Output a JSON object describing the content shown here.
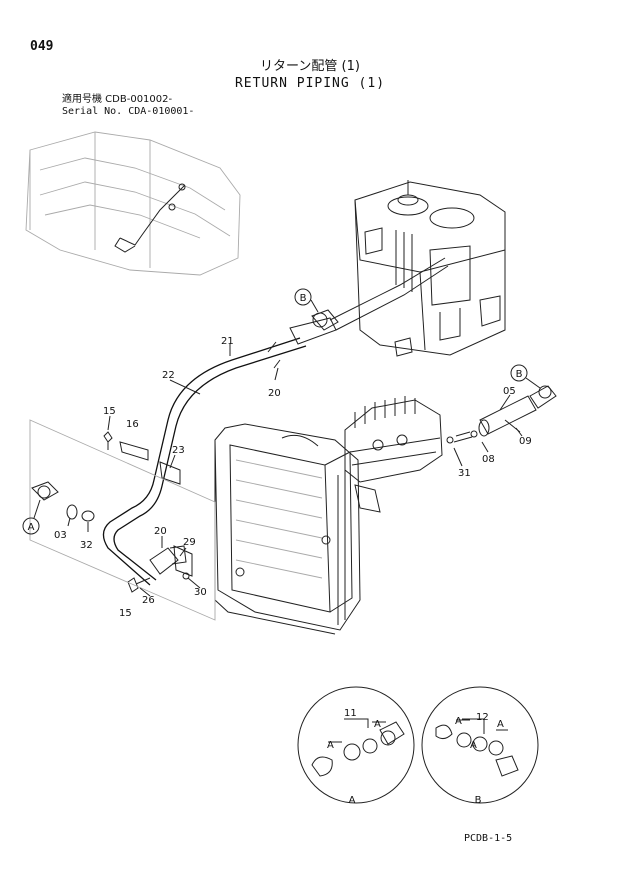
{
  "header": {
    "page_number": "049",
    "title_jp": "リターン配管 (1)",
    "title_en": "RETURN PIPING (1)",
    "serial_line_1": "適用号機 CDB-001002-",
    "serial_line_2": "Serial No. CDA-010001-"
  },
  "callouts": {
    "part_03": "03",
    "part_05": "05",
    "part_08": "08",
    "part_09": "09",
    "part_11": "11",
    "part_12": "12",
    "part_15a": "15",
    "part_15b": "15",
    "part_16": "16",
    "part_20a": "20",
    "part_20b": "20",
    "part_21": "21",
    "part_22": "22",
    "part_23": "23",
    "part_26": "26",
    "part_29": "29",
    "part_30": "30",
    "part_31": "31",
    "part_32": "32"
  },
  "markers": {
    "ref_a_left": "A",
    "ref_b_top": "B",
    "ref_b_right": "B",
    "detail_a_inner_1": "A",
    "detail_a_inner_2": "A",
    "detail_a_caption": "A",
    "detail_b_inner_1": "A",
    "detail_b_inner_2": "A",
    "detail_b_inner_3": "A",
    "detail_b_caption": "B"
  },
  "footer": {
    "code": "PCDB-1-5"
  }
}
